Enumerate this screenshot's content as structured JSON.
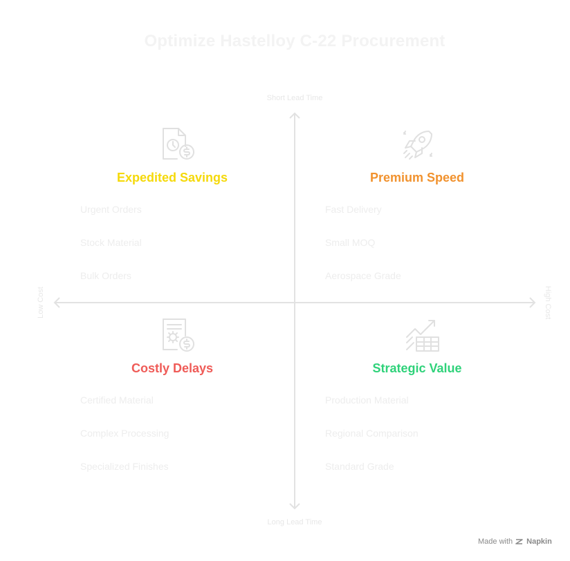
{
  "title": "Optimize Hastelloy C-22 Procurement",
  "axes": {
    "top": "Short Lead Time",
    "bottom": "Long Lead Time",
    "left": "Low Cost",
    "right": "High Cost"
  },
  "colors": {
    "top_left": "#f5d90a",
    "top_right": "#f1922e",
    "bottom_left": "#ef5b57",
    "bottom_right": "#2fd27a",
    "icon": "#e3e3e3",
    "axis": "#e4e4e4"
  },
  "quadrants": {
    "top_left": {
      "title": "Expedited Savings",
      "icon": "document-clock-dollar-icon",
      "items": [
        "Urgent Orders",
        "Stock Material",
        "Bulk Orders"
      ]
    },
    "top_right": {
      "title": "Premium Speed",
      "icon": "rocket-icon",
      "items": [
        "Fast Delivery",
        "Small MOQ",
        "Aerospace Grade"
      ]
    },
    "bottom_left": {
      "title": "Costly Delays",
      "icon": "document-gear-dollar-icon",
      "items": [
        "Certified Material",
        "Complex Processing",
        "Specialized Finishes"
      ]
    },
    "bottom_right": {
      "title": "Strategic Value",
      "icon": "chart-table-icon",
      "items": [
        "Production Material",
        "Regional Comparison",
        "Standard Grade"
      ]
    }
  },
  "footer": {
    "made_with": "Made with",
    "brand": "Napkin"
  }
}
